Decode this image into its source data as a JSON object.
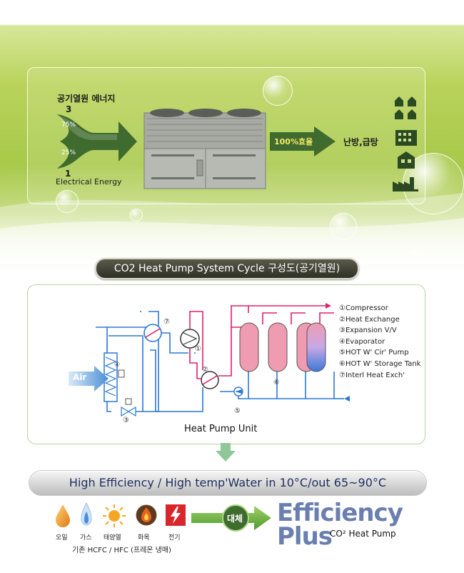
{
  "energy_panel": {
    "air_source_label": "공기열원 에너지",
    "air_ratio": "3",
    "air_percent": "75%",
    "electric_percent": "25%",
    "electric_ratio": "1",
    "electric_label": "Electrical Energy",
    "efficiency_label": "100%효율",
    "output_label": "난방,급탕"
  },
  "cycle_title": "CO2 Heat Pump System Cycle 구성도(공기열원)",
  "diagram": {
    "air_label": "Air",
    "unit_label": "Heat Pump Unit",
    "component_numbers": [
      "①",
      "②",
      "③",
      "④",
      "⑤",
      "⑥",
      "⑦"
    ],
    "legend": [
      "①Compressor",
      "②Heat Exchange",
      "③Expansion V/V",
      "④Evaporator",
      "⑤HOT W' Cir' Pump",
      "⑥HOT W' Storage Tank",
      "⑦Interl Heat Exch'"
    ]
  },
  "efficiency_banner": "High Efficiency / High temp'Water in 10°C/out 65~90°C",
  "bottom": {
    "sources": [
      {
        "label": "오일",
        "icon": "oil-drop-icon"
      },
      {
        "label": "가스",
        "icon": "gas-flame-icon"
      },
      {
        "label": "태양열",
        "icon": "sun-icon"
      },
      {
        "label": "화목",
        "icon": "wood-fire-icon"
      },
      {
        "label": "전기",
        "icon": "electric-bolt-icon"
      }
    ],
    "caption": "기존 HCFC / HFC (프레온 냉매)",
    "replace_label": "대체",
    "brand_line1": "Efficiency",
    "brand_line2": "Plus",
    "brand_sub": "CO² Heat Pump"
  },
  "colors": {
    "green_bg": "#a8c94a",
    "arrow_green": "#3f6b2e",
    "hot_water": "#e0206a",
    "refrigerant": "#2a78d6",
    "brand_blue": "#6a7fb0"
  }
}
